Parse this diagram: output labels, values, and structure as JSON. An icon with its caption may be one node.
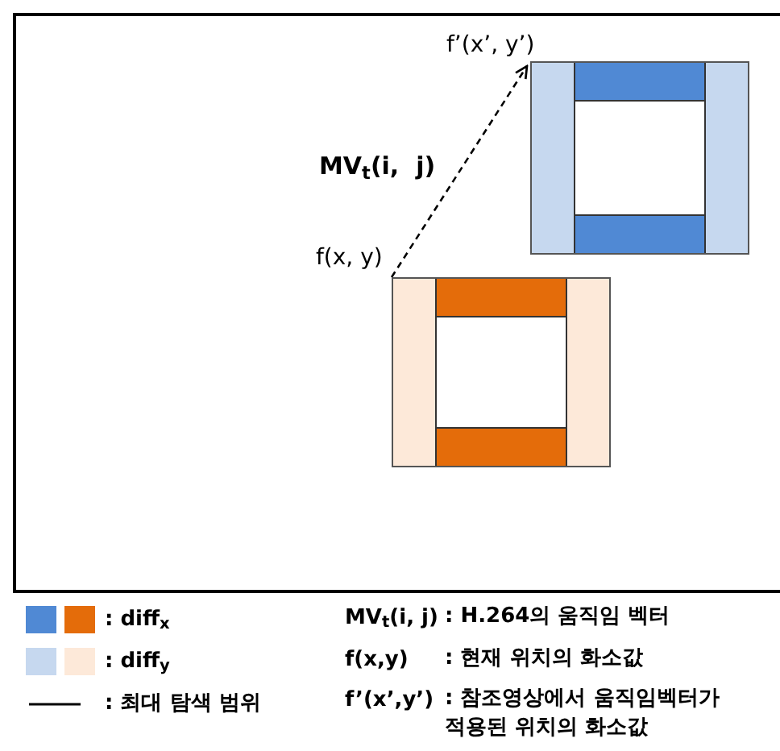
{
  "diagram": {
    "nodes": [
      {
        "text": [],
        "shape": "box",
        "beside": [
          "f’(x’, y’)"
        ]
      },
      {
        "text": [],
        "shape": "box",
        "beside": [
          "f(x, y)"
        ]
      }
    ],
    "edges": [
      {
        "from": 1,
        "to": 0,
        "arrow": "to",
        "style": "dashed",
        "label": "MV$_{t}$(i,  j)"
      }
    ],
    "labels": [
      "MV$_{t}$(i, j)",
      ": H.264의 움직임 벡터",
      "f(x,y)",
      ": 현재 위치의 화소값",
      "f’(x’,y’)",
      ": 참조영상에서 움직임벡터가 적용된 위치의 화소값"
    ],
    "legend": [
      {
        "text": ": diff$_{x}$",
        "color": "#5089d4"
      },
      {
        "text": ": diff$_{y}$",
        "color": "#c6d8ef"
      },
      {
        "text": ": 최대 탐색 범위"
      }
    ]
  }
}
